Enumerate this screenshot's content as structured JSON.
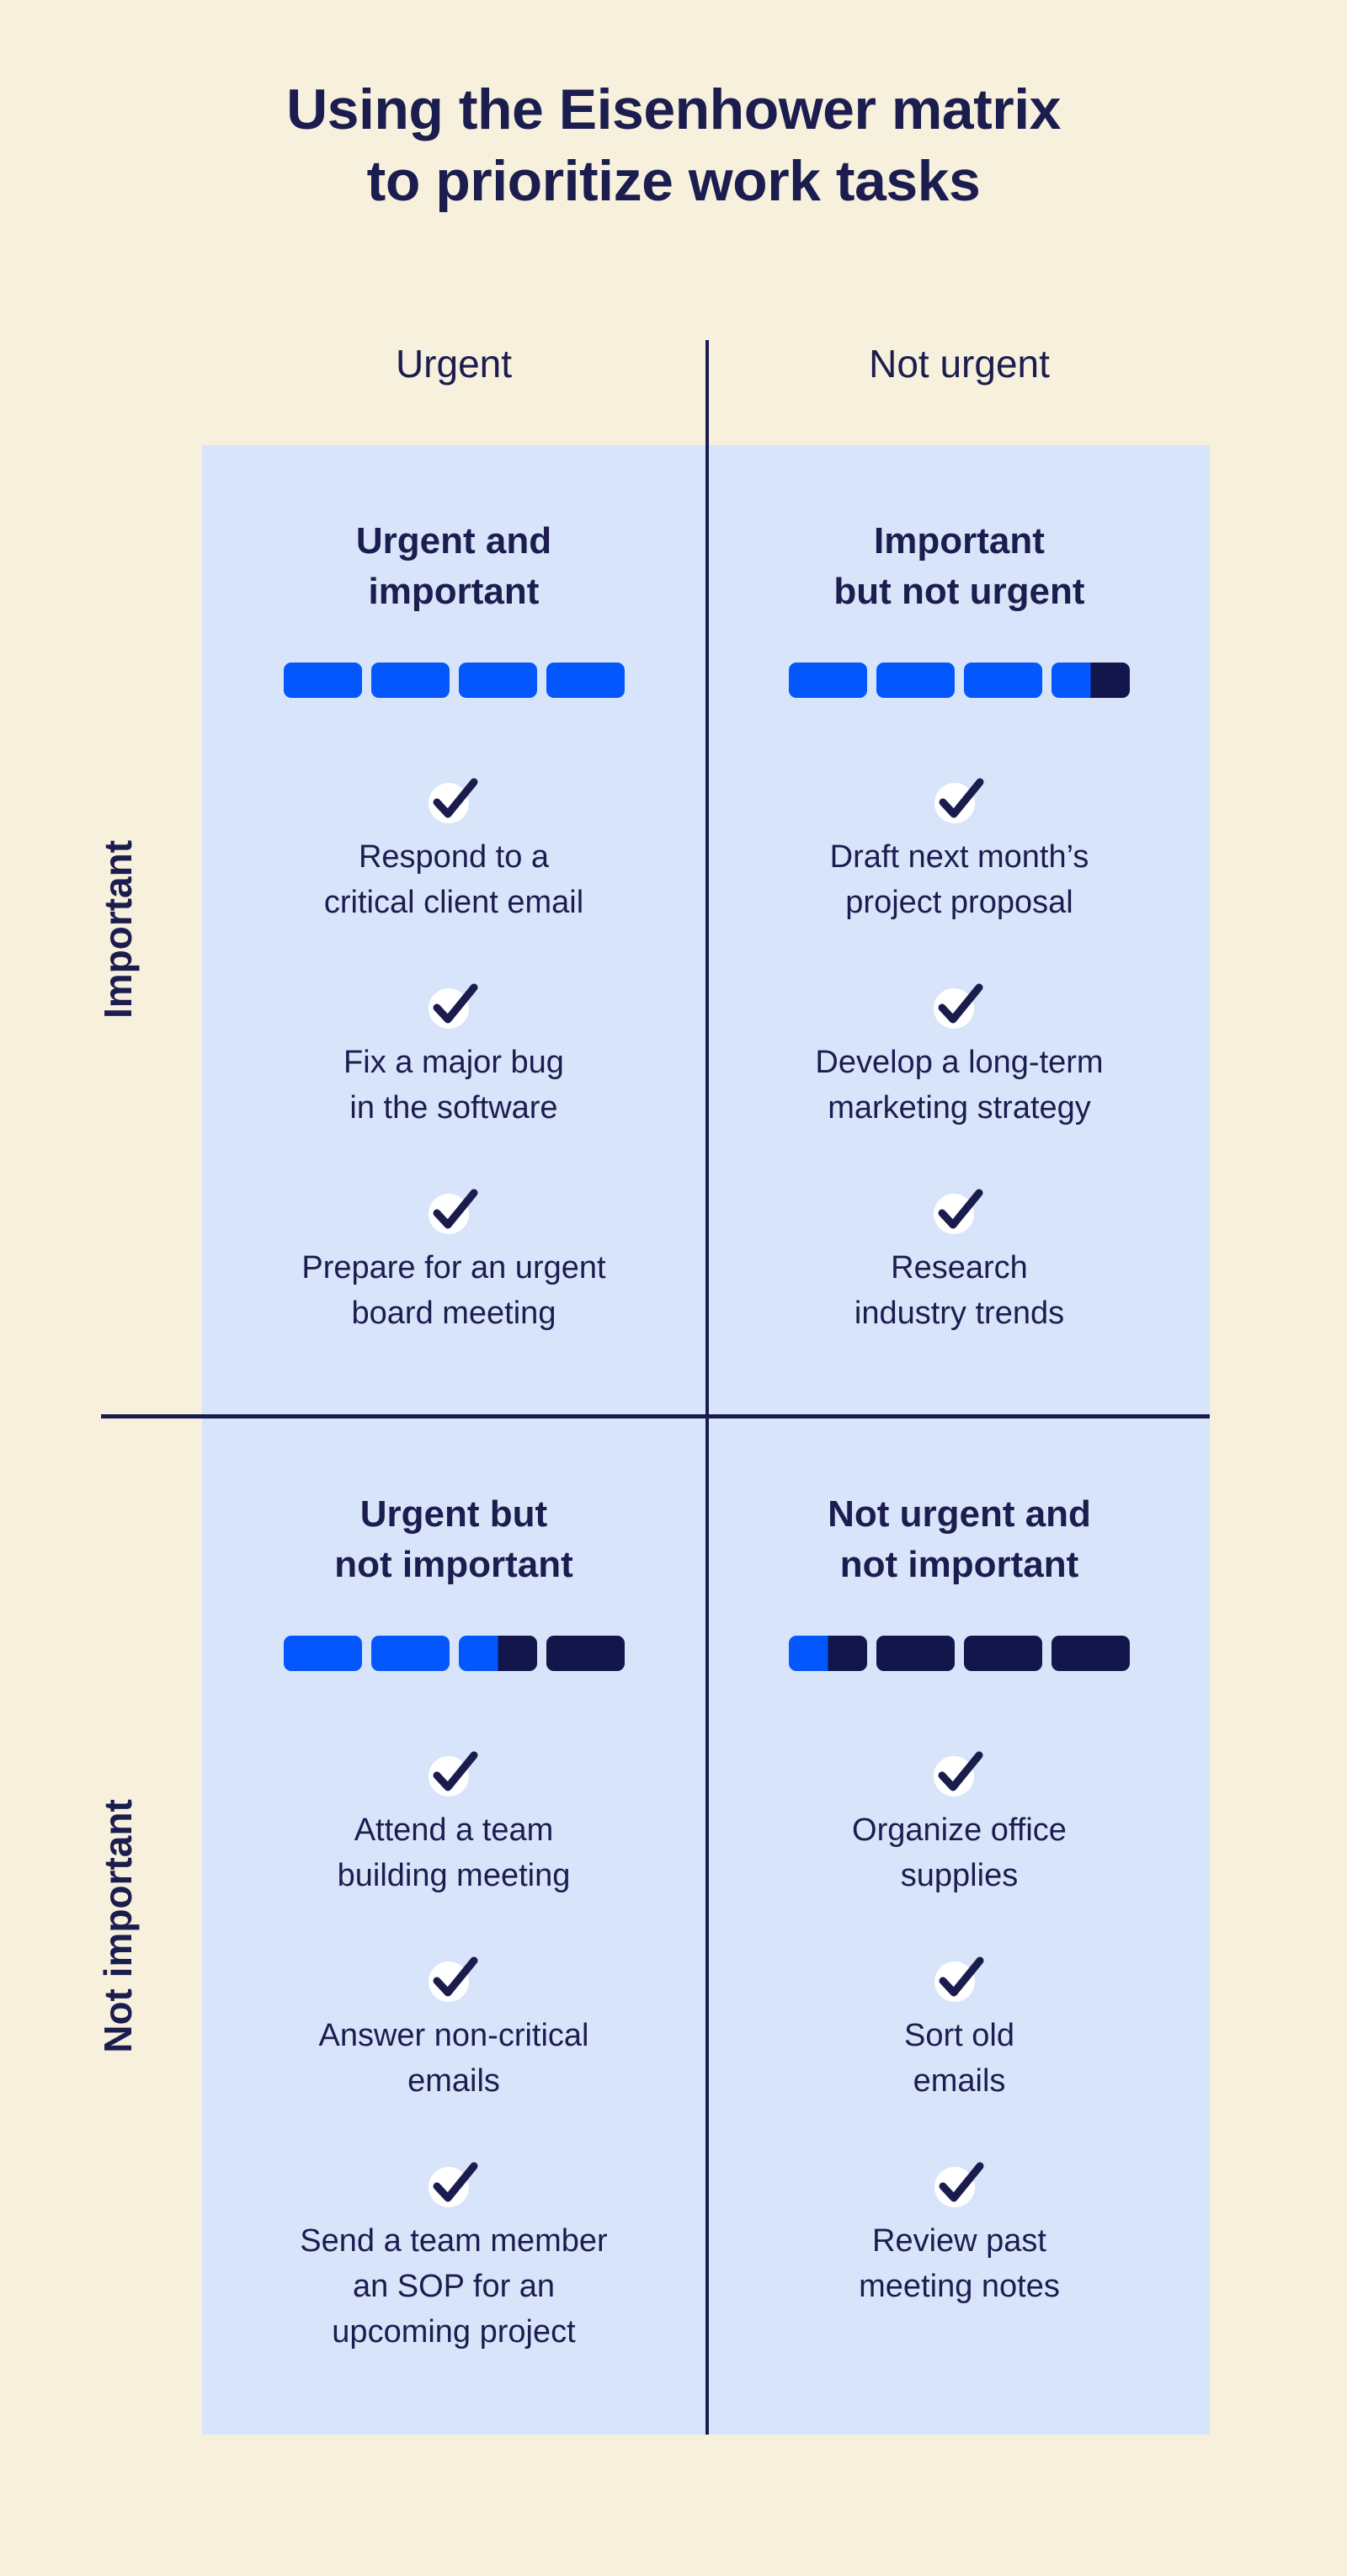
{
  "title_lines": [
    "Using the Eisenhower matrix",
    "to prioritize work tasks"
  ],
  "colors": {
    "background": "#f6f0dd",
    "quadrant_background": "#d8e4fa",
    "bar_blue": "#0457fc",
    "bar_navy": "#13164a",
    "text_navy": "#1c1d4f",
    "divider_navy": "#1b1c4e",
    "check_circle": "#ffffff"
  },
  "columns": [
    {
      "label": "Urgent"
    },
    {
      "label": "Not urgent"
    }
  ],
  "rows": [
    {
      "label": "Important"
    },
    {
      "label": "Not important"
    }
  ],
  "quadrants": [
    {
      "name": "urgent-and-important",
      "title_lines": [
        "Urgent and",
        "important"
      ],
      "bars": [
        "full",
        "full",
        "full",
        "full"
      ],
      "priority_blue_segments": 4,
      "total_segments": 4,
      "tasks": [
        {
          "lines": [
            "Respond to a",
            "critical client email"
          ]
        },
        {
          "lines": [
            "Fix a major bug",
            "in the software"
          ]
        },
        {
          "lines": [
            "Prepare for an urgent",
            "board meeting"
          ]
        }
      ]
    },
    {
      "name": "important-but-not-urgent",
      "title_lines": [
        "Important",
        "but not urgent"
      ],
      "bars": [
        "full",
        "full",
        "full",
        "half"
      ],
      "priority_blue_segments": 3.5,
      "total_segments": 4,
      "tasks": [
        {
          "lines": [
            "Draft next month’s",
            "project proposal"
          ]
        },
        {
          "lines": [
            "Develop a long-term",
            "marketing strategy"
          ]
        },
        {
          "lines": [
            "Research",
            "industry trends"
          ]
        }
      ]
    },
    {
      "name": "urgent-but-not-important",
      "title_lines": [
        "Urgent but",
        "not important"
      ],
      "bars": [
        "full",
        "full",
        "half",
        "empty"
      ],
      "priority_blue_segments": 2.5,
      "total_segments": 4,
      "tasks": [
        {
          "lines": [
            "Attend a team",
            "building meeting"
          ]
        },
        {
          "lines": [
            "Answer non-critical",
            "emails"
          ]
        },
        {
          "lines": [
            "Send a team member",
            "an SOP for an",
            "upcoming project"
          ]
        }
      ]
    },
    {
      "name": "not-urgent-and-not-important",
      "title_lines": [
        "Not urgent and",
        "not important"
      ],
      "bars": [
        "half",
        "empty",
        "empty",
        "empty"
      ],
      "priority_blue_segments": 0.5,
      "total_segments": 4,
      "tasks": [
        {
          "lines": [
            "Organize office",
            "supplies"
          ]
        },
        {
          "lines": [
            "Sort old",
            "emails"
          ]
        },
        {
          "lines": [
            "Review past",
            "meeting notes"
          ]
        }
      ]
    }
  ]
}
